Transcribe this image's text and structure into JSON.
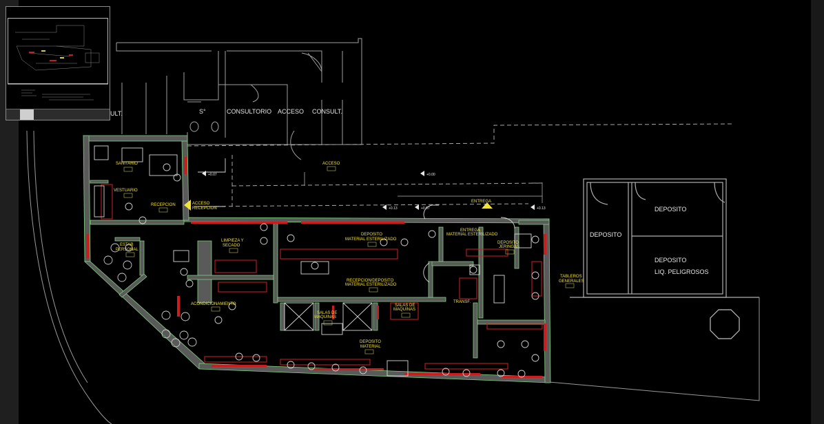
{
  "labels": {
    "consult_left": "CONSULT.",
    "sanitario": "S°",
    "consultorio": "CONSULTORIO",
    "acceso_top": "ACCESO",
    "consult_right": "CONSULT.",
    "acceso_corridor": "ACCESO",
    "level_1": "+0.07",
    "level_2": "+0.00",
    "level_3": "+0.13",
    "level_4": "+0.07",
    "level_5": "+0.13",
    "sanitario_room": "SANITARIO",
    "vestuario": "VESTUARIO",
    "recepcion": "RECEPCION",
    "acceso_recepcion_1": "ACCESO",
    "acceso_recepcion_2": "RECEPCION",
    "entrega": "ENTREGA",
    "deposito_est_1": "DEPOSITO",
    "deposito_est_2": "MATERIAL ESTERILIZADO",
    "entrega_mat_1": "ENTREGA",
    "entrega_mat_2": "MATERIAL ESTERILIZADO",
    "deposito_jeringas_1": "DEPOSITO",
    "deposito_jeringas_2": "JERINGAS",
    "estar_1": "ESTAR",
    "estar_2": "PERSONAL",
    "limpieza_1": "LIMPIEZA Y",
    "limpieza_2": "SECADO",
    "recepcion_dep_1": "RECEPCION/DEPOSITO",
    "recepcion_dep_2": "MATERIAL ESTERILIZADO",
    "tableros_1": "TABLEROS",
    "tableros_2": "GENERALES",
    "transf": "TRANSF.",
    "acondicionamiento": "ACONDICIONAMIENTO",
    "salas_maq_1_a": "SALAS DE",
    "salas_maq_1_b": "MAQUINAS",
    "salas_maq_2_a": "SALAS DE",
    "salas_maq_2_b": "MAQUINAS",
    "deposito_mat_1": "DEPOSITO",
    "deposito_mat_2": "MATERIAL",
    "deposito_a": "DEPOSITO",
    "deposito_b": "DEPOSITO",
    "deposito_c": "DEPOSITO",
    "liq_peligrosos": "LIQ. PELIGROSOS"
  },
  "colors": {
    "background": "#000000",
    "wall": "#6a6a6a",
    "wall_outline": "#7fd37f",
    "red": "#d42020",
    "yellow": "#f2e23a",
    "white": "#e6e6e6",
    "gray_line": "#9a9a9a"
  },
  "icons": {
    "minimap": "layout-preview-icon",
    "access_arrow": "entry-arrow-icon",
    "entrega_arrow": "entry-arrow-icon",
    "level_marker": "level-marker-icon"
  }
}
